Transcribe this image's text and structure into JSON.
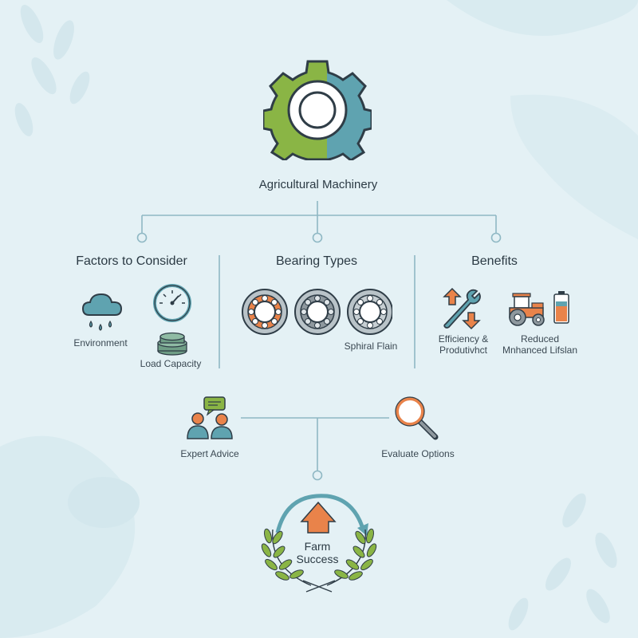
{
  "root": {
    "title": "Agricultural Machinery",
    "icon": "gear-icon"
  },
  "sections": {
    "factors": {
      "title": "Factors to Consider",
      "items": [
        {
          "label": "Environment",
          "icon": "rain-cloud-icon"
        },
        {
          "label": "Load Capacity",
          "icon": "gauge-weight-icon"
        }
      ]
    },
    "bearings": {
      "title": "Bearing Types",
      "items": [
        {
          "label": "Sphiral Flain",
          "icon": "bearing-icon"
        }
      ]
    },
    "benefits": {
      "title": "Benefits",
      "items": [
        {
          "label_line1": "Efficiency &",
          "label_line2": "Produtivhct",
          "icon": "tools-icon"
        },
        {
          "label_line1": "Reduced",
          "label_line2": "Mnhanced Lifslan",
          "icon": "tractor-battery-icon"
        }
      ]
    }
  },
  "actions": {
    "expert": {
      "label": "Expert Advice",
      "icon": "people-chat-icon"
    },
    "evaluate": {
      "label": "Evaluate Options",
      "icon": "magnifier-icon"
    }
  },
  "outcome": {
    "line1": "Farm",
    "line2": "Success",
    "icon": "laurel-arrow-icon"
  },
  "colors": {
    "background": "#e4f1f5",
    "connector": "#8fb8c4",
    "green": "#8ab545",
    "teal": "#5fa3b0",
    "orange": "#e9834a",
    "dark": "#2f3d47"
  }
}
